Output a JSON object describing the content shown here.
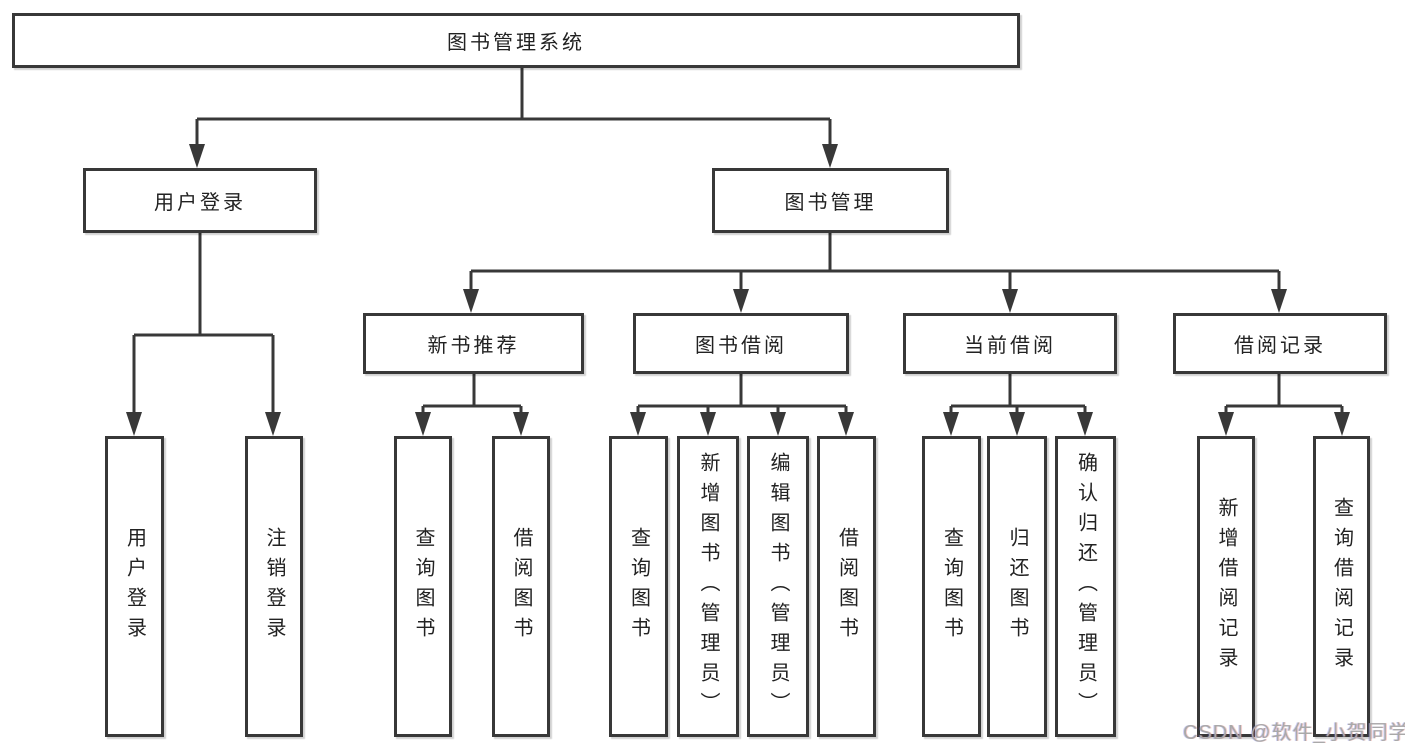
{
  "tree": {
    "root": "图书管理系统",
    "children": [
      {
        "label": "用户登录",
        "leaves": [
          "用户登录",
          "注销登录"
        ]
      },
      {
        "label": "图书管理",
        "children": [
          {
            "label": "新书推荐",
            "leaves": [
              "查询图书",
              "借阅图书"
            ]
          },
          {
            "label": "图书借阅",
            "leaves": [
              "查询图书",
              "新增图书（管理员）",
              "编辑图书（管理员）",
              "借阅图书"
            ]
          },
          {
            "label": "当前借阅",
            "leaves": [
              "查询图书",
              "归还图书",
              "确认归还（管理员）"
            ]
          },
          {
            "label": "借阅记录",
            "leaves": [
              "新增借阅记录",
              "查询借阅记录"
            ]
          }
        ]
      }
    ]
  },
  "watermark": {
    "text": "CSDN @软件_小贺同学"
  },
  "colors": {
    "line": "#383838",
    "text": "#222222",
    "background": "#ffffff",
    "watermark": "#a9a9a9"
  }
}
